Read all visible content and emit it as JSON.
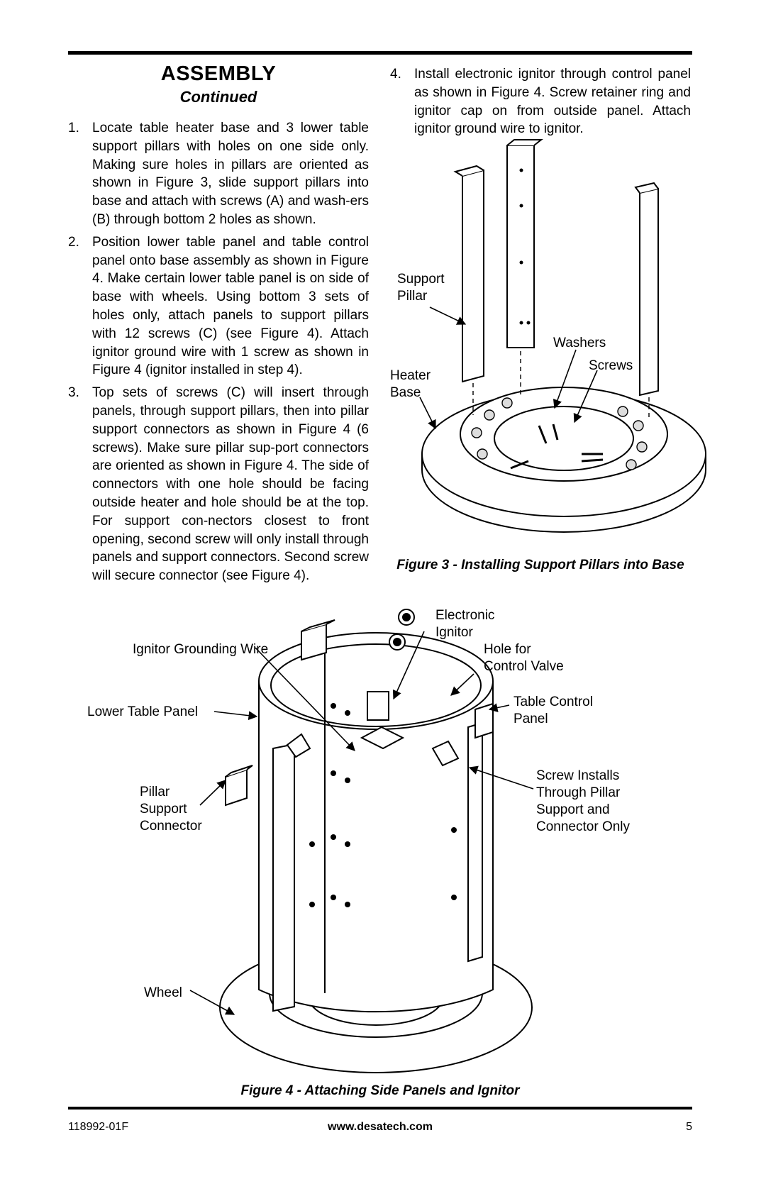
{
  "header": {
    "title": "ASSEMBLY",
    "subtitle": "Continued"
  },
  "left_steps": [
    {
      "num": "1.",
      "text": "Locate table heater base and 3 lower table support pillars with holes on one side only. Making sure holes in pillars are oriented as shown in Figure 3, slide support pillars into base and attach with screws (A) and wash-ers (B) through bottom 2 holes as shown."
    },
    {
      "num": "2.",
      "text": "Position lower table panel and table control panel onto base assembly as shown in Figure 4. Make certain lower table panel is on side of base with wheels. Using bottom 3 sets of holes only, attach panels to support pillars with 12 screws (C) (see Figure 4). Attach ignitor ground wire with 1 screw as shown in Figure 4 (ignitor installed in step 4)."
    },
    {
      "num": "3.",
      "text": "Top sets of screws (C) will insert through panels, through support pillars, then into pillar support connectors as shown in Figure 4 (6 screws). Make sure pillar sup-port connectors are oriented as shown in Figure 4. The side of connectors with one hole should be facing outside heater and hole should be at the top. For support con-nectors closest to front opening, second screw will only install through panels and support connectors. Second screw will secure connector (see Figure 4)."
    }
  ],
  "right_steps": [
    {
      "num": "4.",
      "text": "Install electronic ignitor through control panel as shown in Figure 4. Screw retainer ring and ignitor cap on from outside panel. Attach ignitor ground wire to ignitor."
    }
  ],
  "figure3": {
    "labels": {
      "support_pillar": "Support\nPillar",
      "washers": "Washers",
      "screws": "Screws",
      "heater_base": "Heater\nBase"
    },
    "caption": "Figure 3 - Installing Support Pillars into Base"
  },
  "figure4": {
    "labels": {
      "electronic_ignitor": "Electronic\nIgnitor",
      "ignitor_grounding_wire": "Ignitor Grounding Wire",
      "hole_for_control_valve": "Hole for\nControl Valve",
      "lower_table_panel": "Lower Table Panel",
      "table_control_panel": "Table Control\nPanel",
      "pillar_support_connector": "Pillar\nSupport\nConnector",
      "screw_installs": "Screw Installs\nThrough Pillar\nSupport and\nConnector Only",
      "wheel": "Wheel"
    },
    "caption": "Figure 4 - Attaching Side Panels and Ignitor"
  },
  "footer": {
    "part_number": "118992-01F",
    "website": "www.desatech.com",
    "page": "5"
  }
}
